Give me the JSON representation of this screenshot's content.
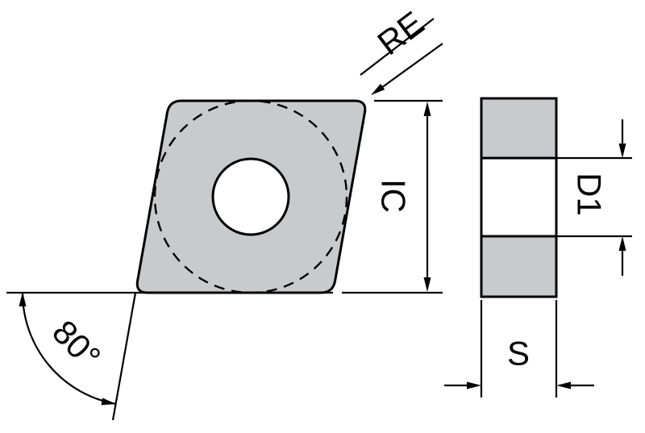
{
  "drawing": {
    "type": "technical-insert-drawing",
    "labels": {
      "corner_radius": "RE",
      "inscribed_circle": "IC",
      "angle": "80°",
      "hole_diameter": "D1",
      "thickness": "S"
    },
    "colors": {
      "insert_fill": "#c9cacb",
      "line": "#000000",
      "background": "#ffffff"
    }
  }
}
